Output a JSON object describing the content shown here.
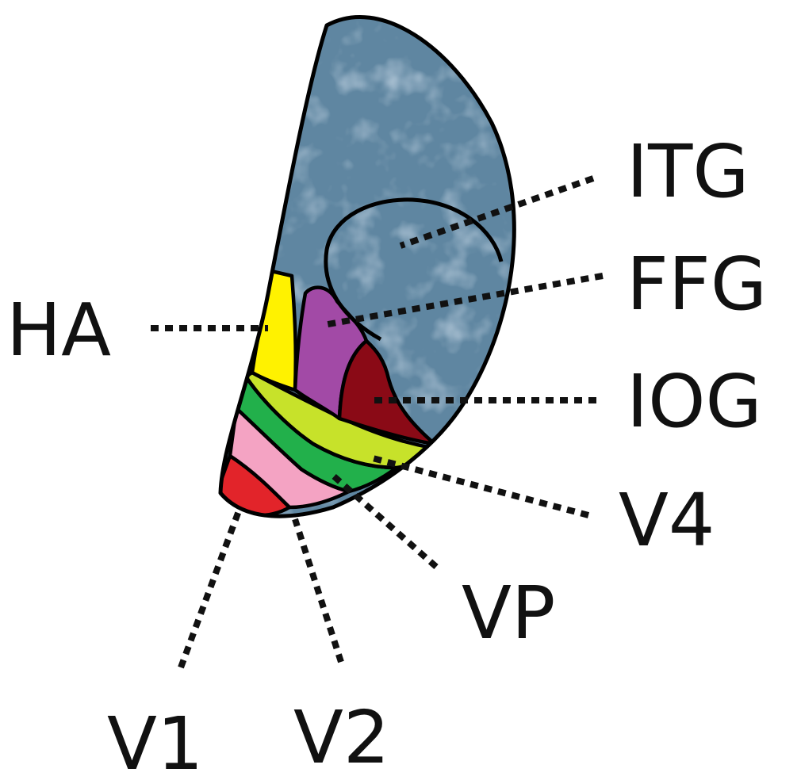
{
  "labels": {
    "itg": "ITG",
    "ffg": "FFG",
    "iog": "IOG",
    "ha": "HA",
    "v4": "V4",
    "vp": "VP",
    "v1": "V1",
    "v2": "V2"
  },
  "colors": {
    "brain": "#5f86a1",
    "ha": "#fff200",
    "ffg_region": "#a24aa6",
    "iog_region": "#8a0a16",
    "v4": "#c7e22a",
    "vp": "#22b04b",
    "v2": "#f4a3c3",
    "v1": "#e2242a"
  }
}
